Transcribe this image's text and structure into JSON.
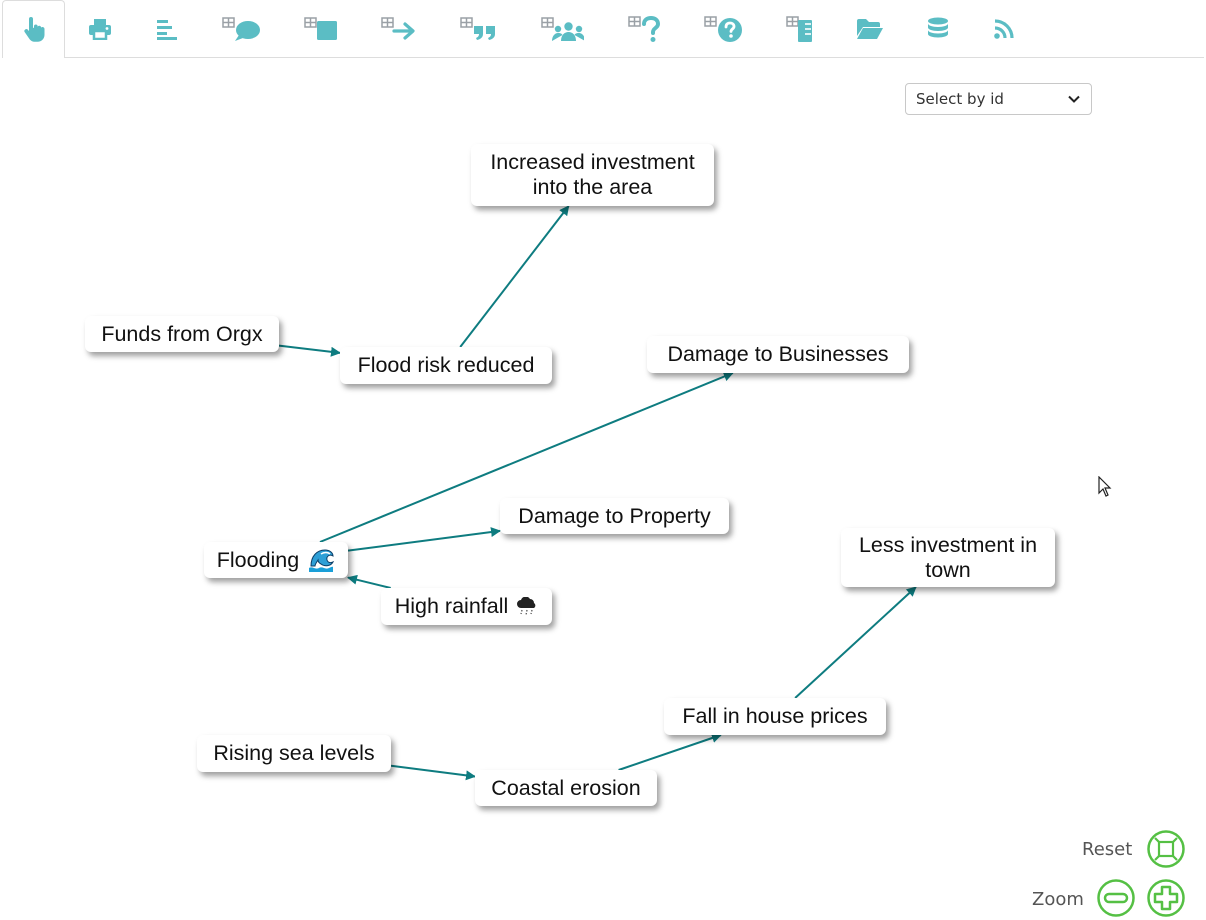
{
  "toolbar": {
    "tabs": [
      {
        "name": "tab-pointer",
        "icon": "pointer-hand-icon"
      },
      {
        "name": "tab-print",
        "icon": "print-icon"
      },
      {
        "name": "tab-align",
        "icon": "align-left-icon"
      },
      {
        "name": "tab-table-comments",
        "icon": "table-comment-icon"
      },
      {
        "name": "tab-table-notes",
        "icon": "table-note-icon"
      },
      {
        "name": "tab-table-arrow",
        "icon": "table-arrow-icon"
      },
      {
        "name": "tab-table-quote",
        "icon": "table-quote-icon"
      },
      {
        "name": "tab-table-users",
        "icon": "table-users-icon"
      },
      {
        "name": "tab-table-question",
        "icon": "table-question-icon"
      },
      {
        "name": "tab-table-help",
        "icon": "table-help-icon"
      },
      {
        "name": "tab-table-book",
        "icon": "table-book-icon"
      },
      {
        "name": "tab-folder",
        "icon": "folder-open-icon"
      },
      {
        "name": "tab-database",
        "icon": "database-icon"
      },
      {
        "name": "tab-rss",
        "icon": "rss-icon"
      }
    ],
    "accent": "#5bbdc4",
    "inactive_accent": "#9aa0a6"
  },
  "select": {
    "value": "Select by id"
  },
  "diagram": {
    "edge_color": "#0e7c80",
    "nodes": [
      {
        "id": "increased-investment",
        "label": "Increased investment\ninto the area"
      },
      {
        "id": "funds-from-orgx",
        "label": "Funds from Orgx"
      },
      {
        "id": "flood-risk-reduced",
        "label": "Flood risk reduced"
      },
      {
        "id": "damage-to-businesses",
        "label": "Damage to Businesses"
      },
      {
        "id": "damage-to-property",
        "label": "Damage to Property"
      },
      {
        "id": "flooding",
        "label": "Flooding",
        "icon": "wave-icon"
      },
      {
        "id": "high-rainfall",
        "label": "High rainfall",
        "icon": "rain-cloud-icon"
      },
      {
        "id": "less-investment",
        "label": "Less investment in\ntown"
      },
      {
        "id": "fall-in-house-prices",
        "label": "Fall in house prices"
      },
      {
        "id": "rising-sea-levels",
        "label": "Rising sea levels"
      },
      {
        "id": "coastal-erosion",
        "label": "Coastal erosion"
      }
    ],
    "edges": [
      {
        "from": "funds-from-orgx",
        "to": "flood-risk-reduced"
      },
      {
        "from": "flood-risk-reduced",
        "to": "increased-investment"
      },
      {
        "from": "flooding",
        "to": "damage-to-businesses"
      },
      {
        "from": "flooding",
        "to": "damage-to-property"
      },
      {
        "from": "high-rainfall",
        "to": "flooding"
      },
      {
        "from": "rising-sea-levels",
        "to": "coastal-erosion"
      },
      {
        "from": "coastal-erosion",
        "to": "fall-in-house-prices"
      },
      {
        "from": "fall-in-house-prices",
        "to": "less-investment"
      }
    ]
  },
  "controls": {
    "reset_label": "Reset",
    "zoom_label": "Zoom",
    "color": "#55c044"
  }
}
